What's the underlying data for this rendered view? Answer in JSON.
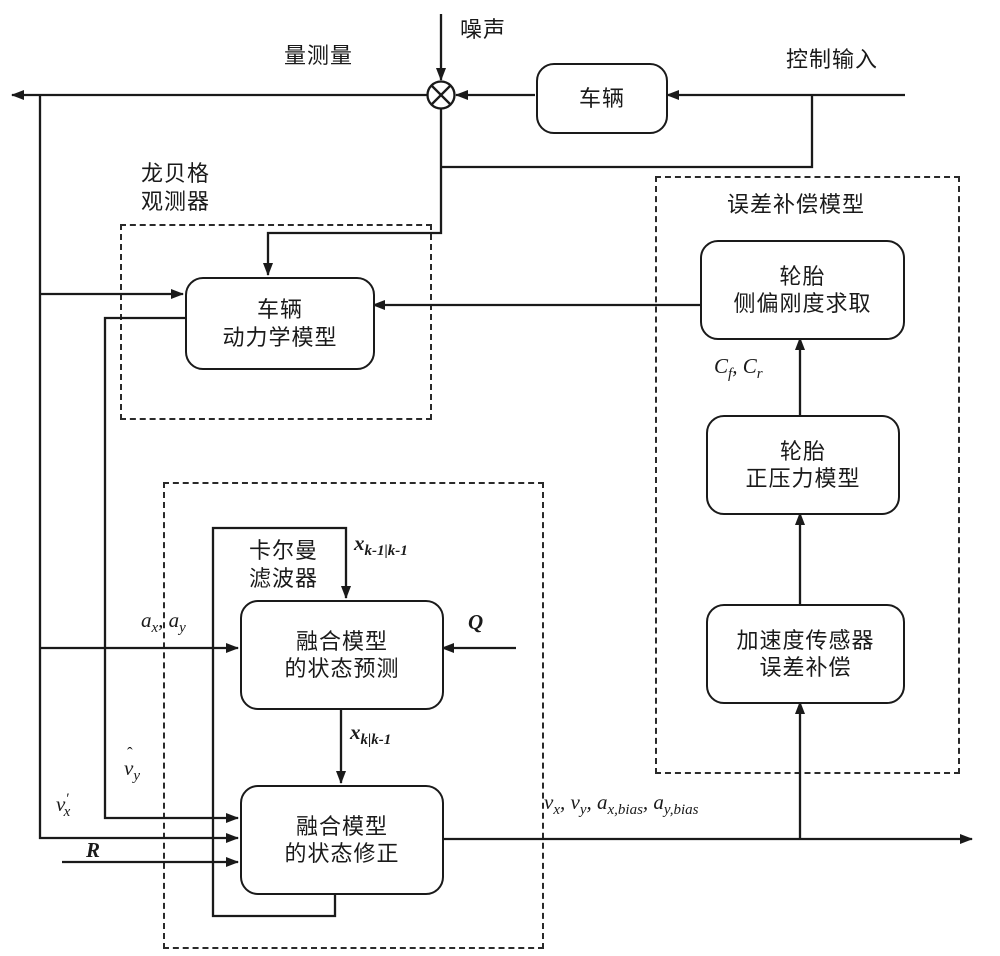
{
  "colors": {
    "ink": "#1a1a1a",
    "background": "#ffffff"
  },
  "labels": {
    "noise": "噪声",
    "measurement": "量测量",
    "control_input": "控制输入",
    "vehicle": "车辆",
    "observer_group": [
      "龙贝格",
      "观测器"
    ],
    "dynamics_box": [
      "车辆",
      "动力学模型"
    ],
    "error_group": "误差补偿模型",
    "stiffness_box": [
      "轮胎",
      "侧偏刚度求取"
    ],
    "normal_force_box": [
      "轮胎",
      "正压力模型"
    ],
    "accel_comp_box": [
      "加速度传感器",
      "误差补偿"
    ],
    "kalman_group": [
      "卡尔曼",
      "滤波器"
    ],
    "predict_box": [
      "融合模型",
      "的状态预测"
    ],
    "correct_box": [
      "融合模型",
      "的状态修正"
    ]
  },
  "math": {
    "comma": ", ",
    "x_prev": {
      "base": "x",
      "sub": "k-1|k-1"
    },
    "x_pred": {
      "base": "x",
      "sub": "k|k-1"
    },
    "q": "Q",
    "r": "R",
    "cf": {
      "base": "C",
      "sub": "f"
    },
    "cr": {
      "base": "C",
      "sub": "r"
    },
    "ax": {
      "base": "a",
      "sub": "x"
    },
    "ay": {
      "base": "a",
      "sub": "y"
    },
    "vx_prime": {
      "base": "v",
      "prime": "′",
      "sub": "x"
    },
    "vy_hat": {
      "base": "v",
      "hat": "ˆ",
      "sub": "y"
    },
    "out_vx": {
      "base": "v",
      "sub": "x"
    },
    "out_vy": {
      "base": "v",
      "sub": "y"
    },
    "out_ax": {
      "base": "a",
      "sub": "x,bias"
    },
    "out_ay": {
      "base": "a",
      "sub": "y,bias"
    }
  }
}
